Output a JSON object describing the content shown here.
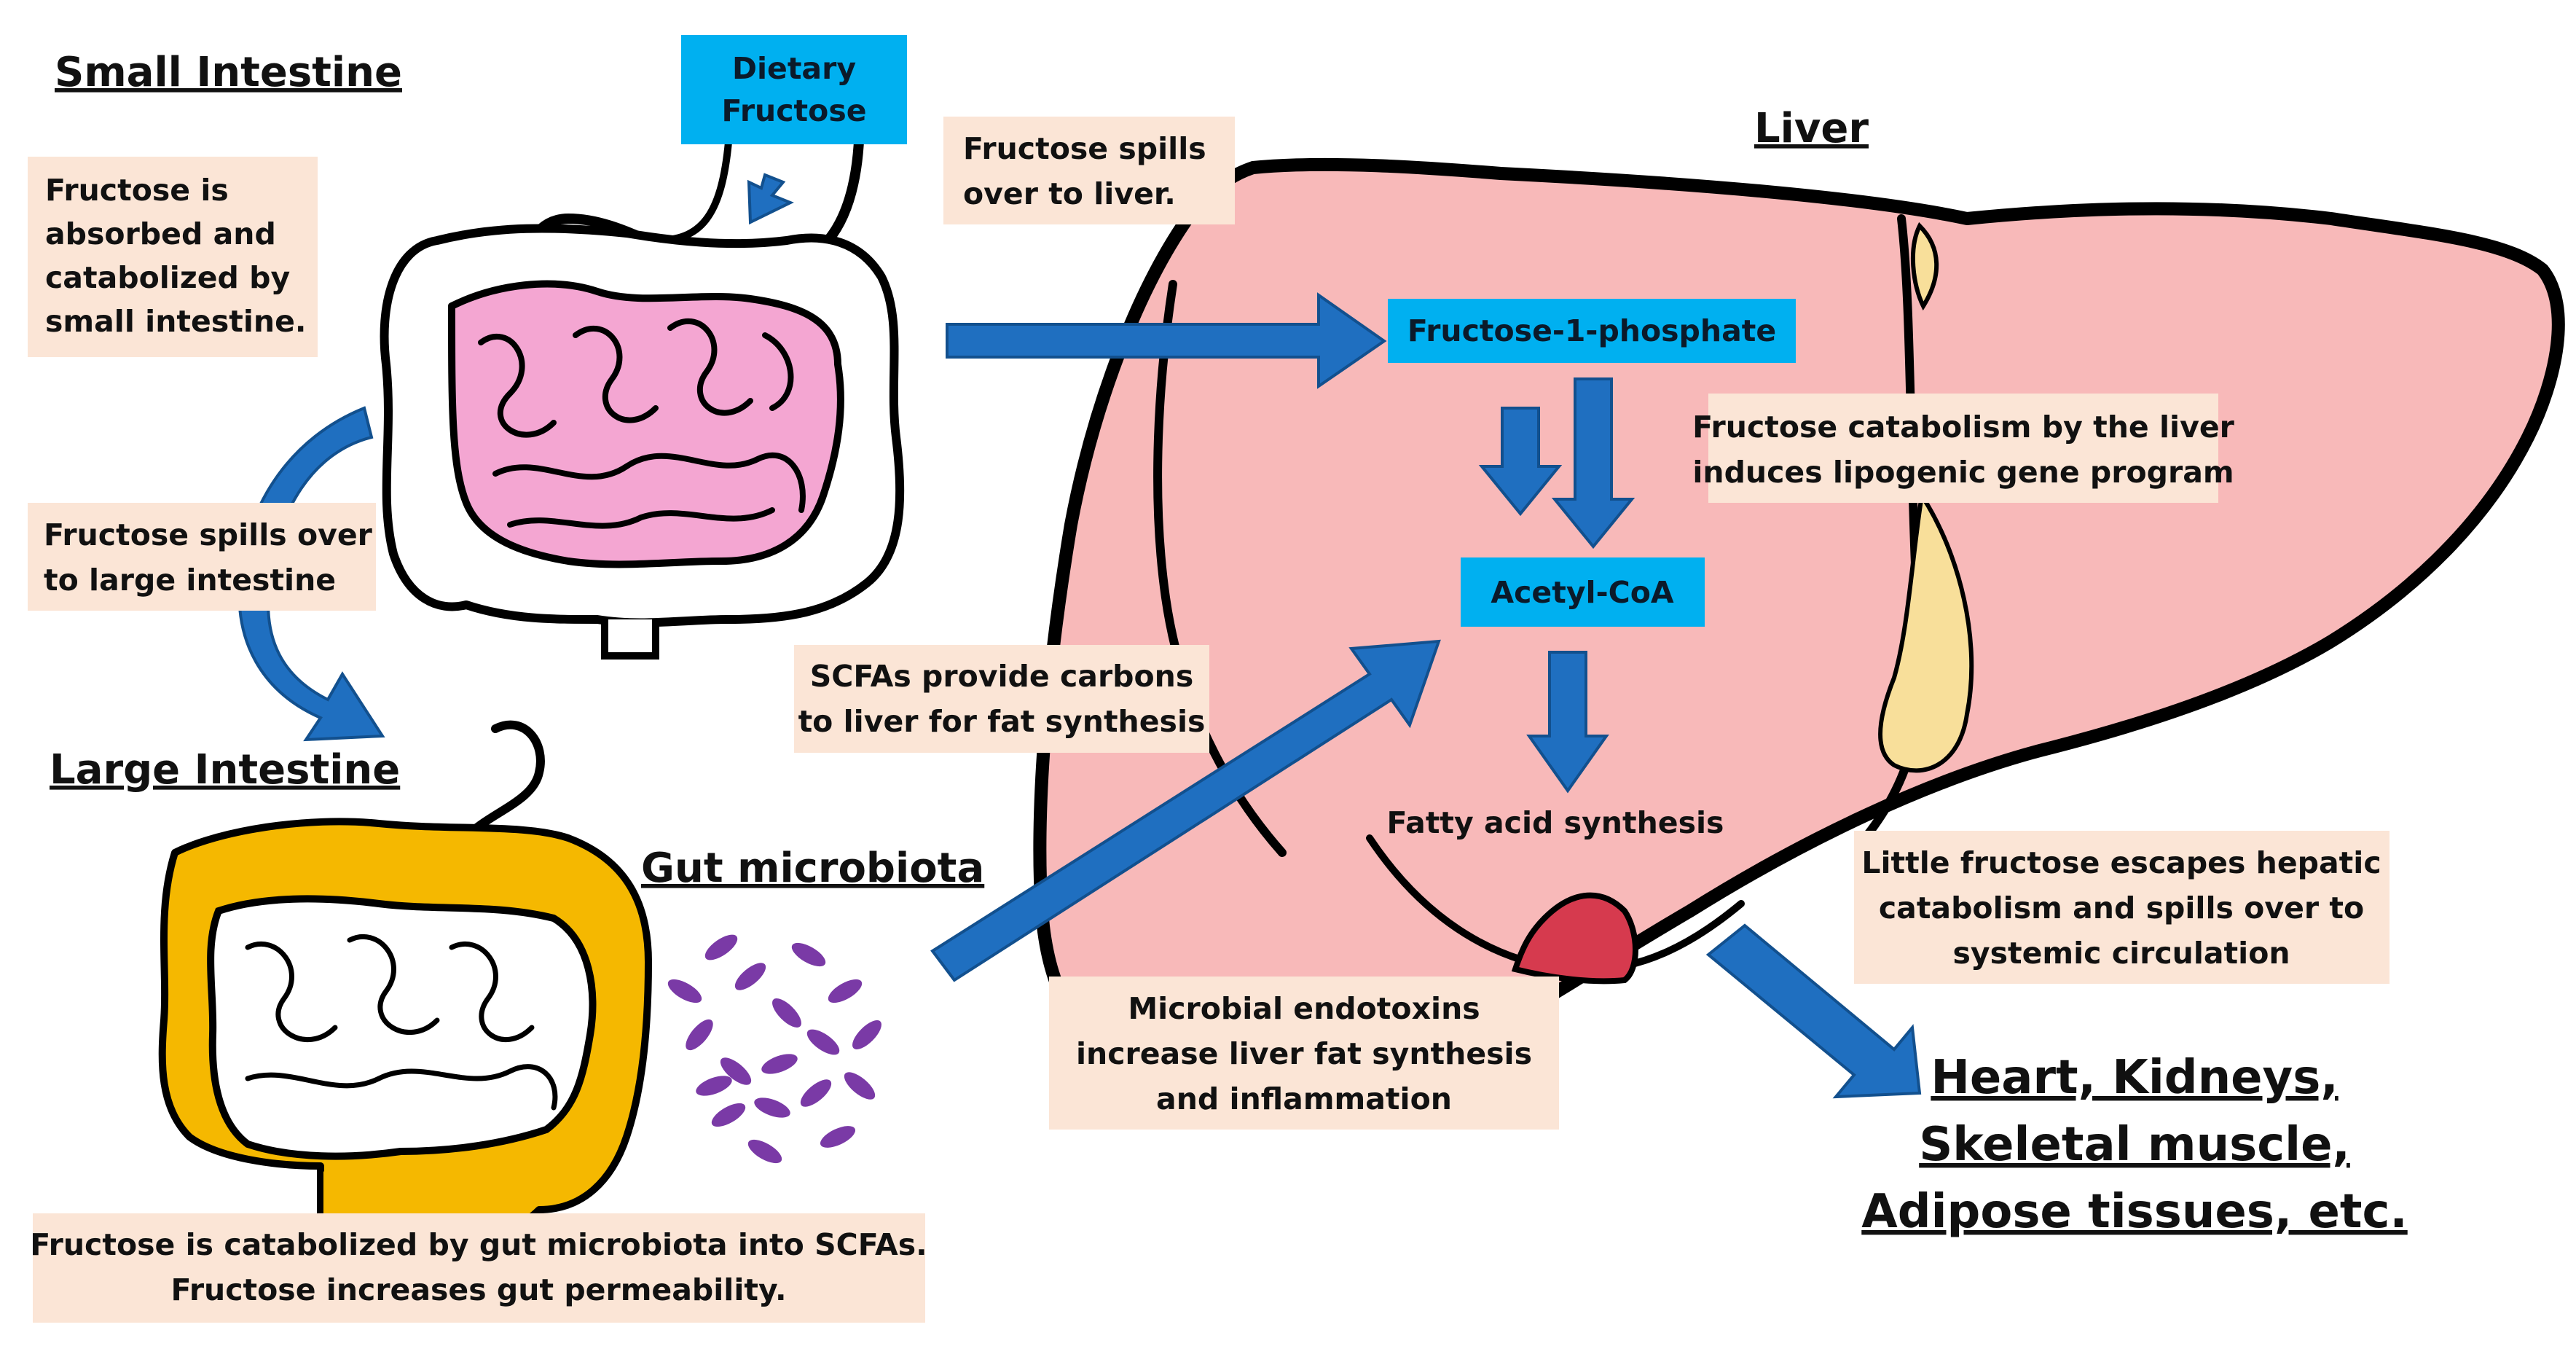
{
  "headings": {
    "small_intestine": "Small Intestine",
    "large_intestine": "Large Intestine",
    "gut_microbiota": "Gut microbiota",
    "liver": "Liver"
  },
  "boxes": {
    "dietary_fructose": [
      "Dietary",
      "Fructose"
    ],
    "fructose_1_phosphate": "Fructose-1-phosphate",
    "acetyl_coa": "Acetyl-CoA"
  },
  "notes": {
    "absorbed": [
      "Fructose is",
      "absorbed and",
      "catabolized by",
      "small intestine."
    ],
    "spills_large": [
      "Fructose spills over",
      "to large intestine"
    ],
    "spills_liver": [
      "Fructose spills",
      "over to liver."
    ],
    "lipogenic": [
      "Fructose catabolism by the liver",
      "induces lipogenic gene program"
    ],
    "scfas": [
      "SCFAs provide carbons",
      "to liver for fat synthesis"
    ],
    "endotoxins": [
      "Microbial endotoxins",
      "increase liver fat synthesis",
      "and inflammation"
    ],
    "escapes": [
      "Little fructose escapes hepatic",
      "catabolism and spills over to",
      "systemic circulation"
    ],
    "gut_scfa": [
      "Fructose is catabolized by gut microbiota into SCFAs.",
      "Fructose increases gut permeability."
    ]
  },
  "labels": {
    "fatty_acid": "Fatty acid synthesis"
  },
  "organs": [
    "Heart, Kidneys,",
    "Skeletal muscle,",
    "Adipose tissues, etc."
  ],
  "colors": {
    "note_fill": "#fbe5d6",
    "box_fill": "#00b0f0",
    "arrow": "#1f6fc0",
    "liver": "#f8b9b9",
    "small_intestine": "#f4a6d2",
    "large_intestine": "#f5b800",
    "gallbladder": "#d63a4e",
    "ligament": "#f8df9a",
    "bacteria": "#7a3aa6"
  }
}
